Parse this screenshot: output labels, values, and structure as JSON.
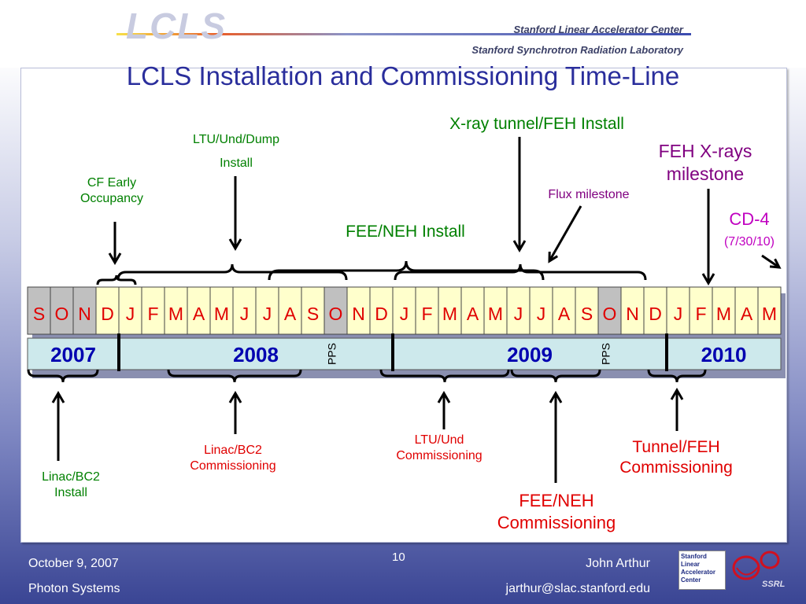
{
  "header": {
    "logo": "LCLS",
    "org1": "Stanford Linear Accelerator Center",
    "org2": "Stanford Synchrotron Radiation Laboratory"
  },
  "title": "LCLS Installation and Commissioning Time-Line",
  "timeline": {
    "months": [
      "S",
      "O",
      "N",
      "D",
      "J",
      "F",
      "M",
      "A",
      "M",
      "J",
      "J",
      "A",
      "S",
      "O",
      "N",
      "D",
      "J",
      "F",
      "M",
      "A",
      "M",
      "J",
      "J",
      "A",
      "S",
      "O",
      "N",
      "D",
      "J",
      "F",
      "M",
      "A",
      "M"
    ],
    "years": [
      {
        "label": "2007",
        "start": 0,
        "end": 3
      },
      {
        "label": "2008",
        "start": 4,
        "end": 15
      },
      {
        "label": "2009",
        "start": 16,
        "end": 27
      },
      {
        "label": "2010",
        "start": 28,
        "end": 32
      }
    ],
    "pps_label": "PPS",
    "pps_months": [
      13,
      25
    ]
  },
  "labels_above": {
    "cf_early": "CF Early\nOccupancy",
    "ltu_und_dump": "LTU/Und/Dump",
    "ltu_install": "Install",
    "fee_neh_install": "FEE/NEH Install",
    "xray_tunnel": "X-ray tunnel/FEH Install",
    "flux": "Flux milestone",
    "feh_xrays": "FEH X-rays\nmilestone",
    "cd4": "CD-4",
    "cd4_date": "(7/30/10)"
  },
  "labels_below": {
    "linac_bc2_install": "Linac/BC2\nInstall",
    "linac_bc2_comm": "Linac/BC2\nCommissioning",
    "ltu_und_comm": "LTU/Und\nCommissioning",
    "fee_neh_comm": "FEE/NEH\nCommissioning",
    "tunnel_feh_comm": "Tunnel/FEH\nCommissioning"
  },
  "footer": {
    "date": "October 9, 2007",
    "dept": "Photon Systems",
    "page": "10",
    "author": "John Arthur",
    "email": "jarthur@slac.stanford.edu",
    "slac_logo": "Stanford\nLinear\nAccelerator\nCenter",
    "ssrl_logo": "SSRL"
  },
  "colors": {
    "title": "#2a2e9c",
    "month_fill": "#ffffcc",
    "month_alt": "#c0c0c0",
    "year_fill": "#cde9ec",
    "year_text": "#0000b0"
  }
}
